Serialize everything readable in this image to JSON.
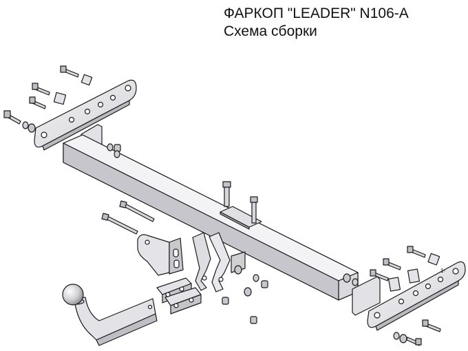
{
  "header": {
    "title": "ФАРКОП \"LEADER\" N106-A",
    "subtitle": "Схема сборки"
  },
  "figure": {
    "small_mark": "1-"
  },
  "colors": {
    "line": "#1a1a1a",
    "metal_light": "#e6e6ea",
    "metal_mid": "#c9c9ce",
    "metal_dark": "#a8a8ae",
    "background": "#ffffff"
  }
}
